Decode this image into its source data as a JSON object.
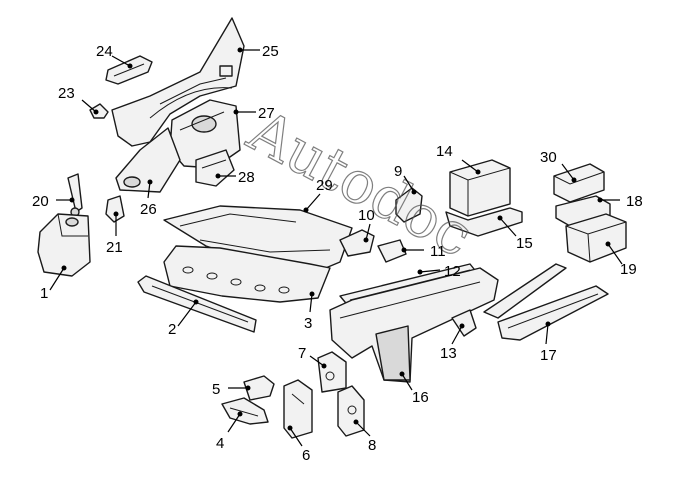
{
  "watermark": "Autodoc",
  "callouts": {
    "c1": "1",
    "c2": "2",
    "c3": "3",
    "c4": "4",
    "c5": "5",
    "c6": "6",
    "c7": "7",
    "c8": "8",
    "c9": "9",
    "c10": "10",
    "c11": "11",
    "c12": "12",
    "c13": "13",
    "c14": "14",
    "c15": "15",
    "c16": "16",
    "c17": "17",
    "c18": "18",
    "c19": "19",
    "c20": "20",
    "c21": "21",
    "c23": "23",
    "c24": "24",
    "c25": "25",
    "c26": "26",
    "c27": "27",
    "c28": "28",
    "c29": "29",
    "c30": "30"
  }
}
